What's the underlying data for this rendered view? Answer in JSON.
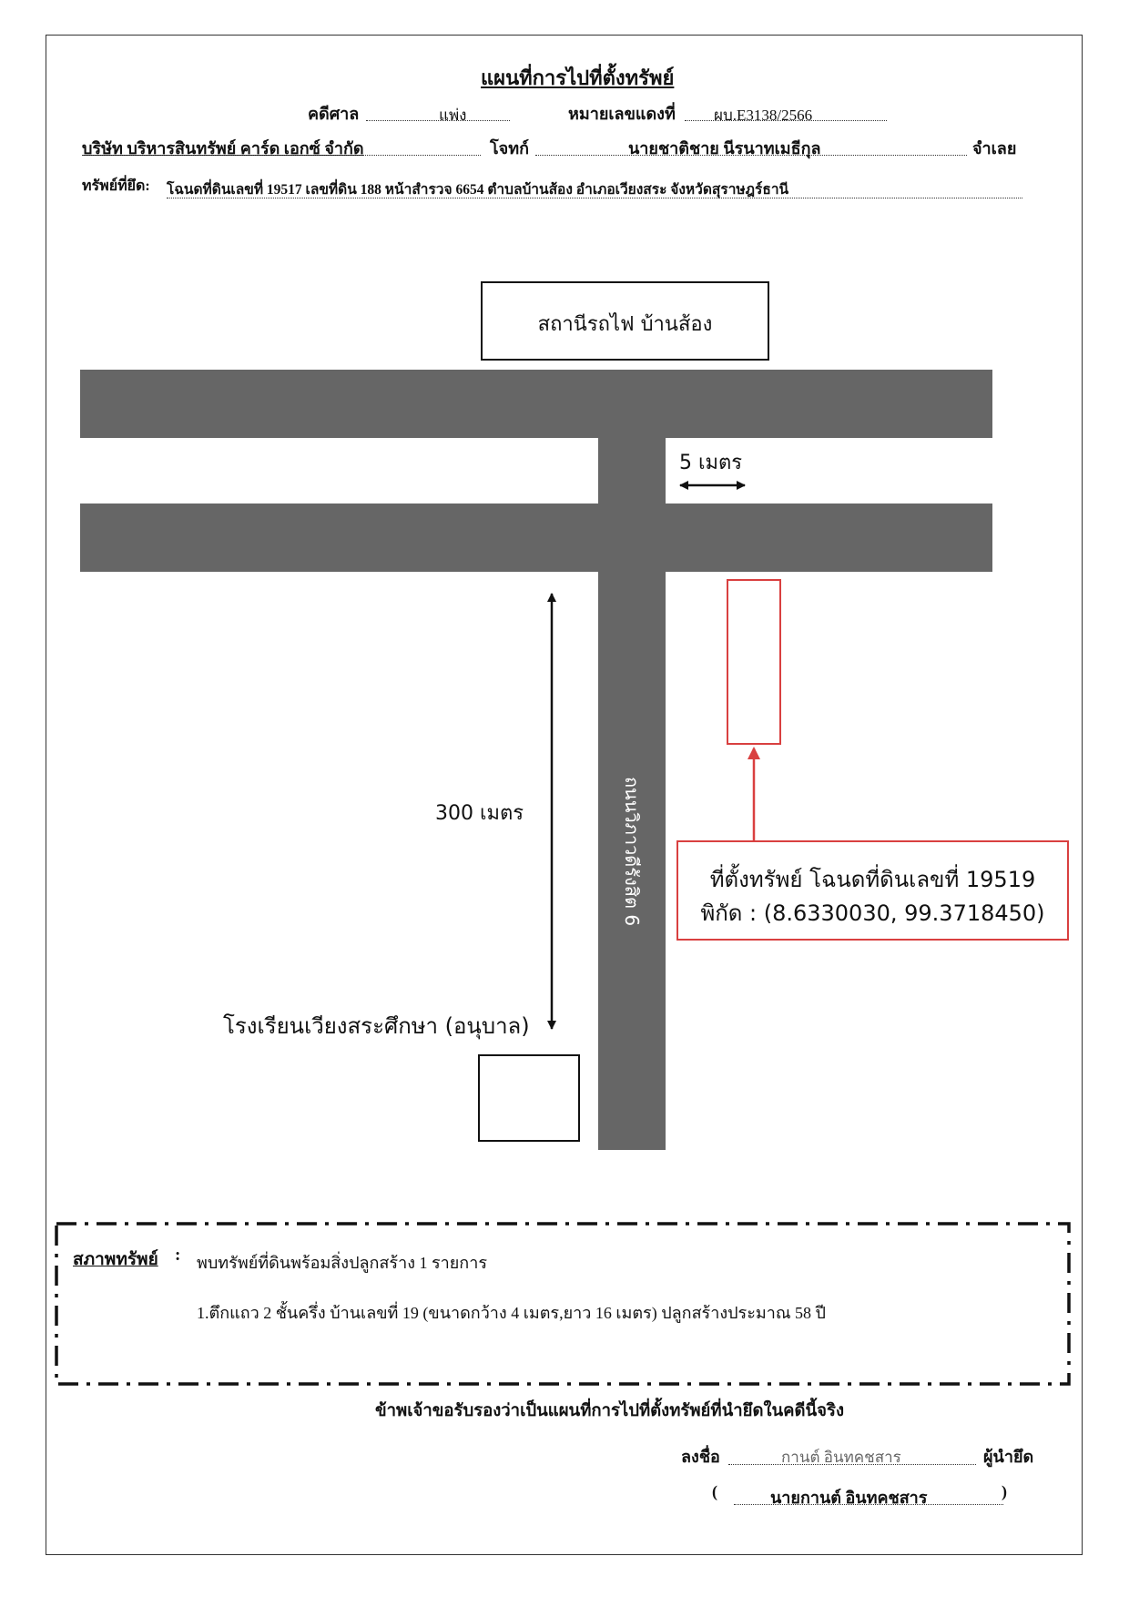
{
  "header": {
    "title": "แผนที่การไปที่ตั้งทรัพย์",
    "case_label": "คดีศาล",
    "case_value": "แพ่ง",
    "redno_label": "หมายเลขแดงที่",
    "redno_value": "ผบ.E3138/2566",
    "plaintiff": "บริษัท บริหารสินทรัพย์ คาร์ด เอกซ์ จำกัด",
    "plaintiff_label": "โจทก์",
    "defendant": "นายชาติชาย นีรนาทเมธีกุล",
    "defendant_label": "จำเลย",
    "seized_label": "ทรัพย์ที่ยึด:",
    "seized_value": "โฉนดที่ดินเลขที่ 19517 เลขที่ดิน 188 หน้าสำรวจ 6654 ตำบลบ้านส้อง อำเภอเวียงสระ จังหวัดสุราษฎร์ธานี"
  },
  "map": {
    "station": "สถานีรถไฟ บ้านส้อง",
    "width_label": "5 เมตร",
    "distance_label": "300 เมตร",
    "road_name": "ถนนวิภาวดีรังสิต 6",
    "location_line1": "ที่ตั้งทรัพย์ โฉนดที่ดินเลขที่ 19519",
    "location_line2": "พิกัด : (8.6330030, 99.3718450)",
    "school": "โรงเรียนเวียงสระศึกษา (อนุบาล)",
    "accent_color": "#d94040",
    "road_color": "#666666"
  },
  "condition": {
    "label": "สภาพทรัพย์",
    "colon": ":",
    "summary": "พบทรัพย์ที่ดินพร้อมสิ่งปลูกสร้าง 1 รายการ",
    "item1": "1.ตึกแถว 2 ชั้นครึ่ง บ้านเลขที่ 19 (ขนาดกว้าง 4 เมตร,ยาว 16 เมตร) ปลูกสร้างประมาณ 58 ปี"
  },
  "footer": {
    "certify": "ข้าพเจ้าขอรับรองว่าเป็นแผนที่การไปที่ตั้งทรัพย์ที่นำยึดในคดีนี้จริง",
    "sign_label": "ลงชื่อ",
    "signature": "กานต์ อินทคชสาร",
    "role": "ผู้นำยึด",
    "open_paren": "(",
    "printed_name": "นายกานต์ อินทคชสาร",
    "close_paren": ")"
  }
}
